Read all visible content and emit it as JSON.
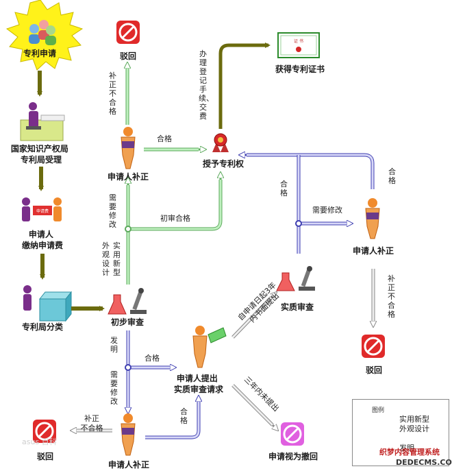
{
  "nodes": {
    "start": "专利申请",
    "accept": "国家知识产权局\n专利局受理",
    "pay": "申请人\n缴纳申请费",
    "classify": "专利局分类",
    "prelim": "初步审查",
    "reject_top": "驳回",
    "correct_top": "申请人补正",
    "grant": "授予专利权",
    "cert": "获得专利证书",
    "substantive": "实质审查",
    "correct_right": "申请人补正",
    "reject_right": "驳回",
    "request_sub": "申请人提出\n实质审查请求",
    "deemed_withdrawn": "申请视为撤回",
    "correct_bottom": "申请人补正",
    "reject_bottom": "驳回"
  },
  "labels": {
    "fail_top": "补正不合格",
    "pass_top": "合格",
    "register_fee": "办理登记手续、交费",
    "need_fix_left": "需要修改",
    "prelim_pass": "初审合格",
    "utility_design": "实用新型外观设计",
    "pass_right": "合格",
    "need_fix_right": "需要修改",
    "pass_far_right": "合格",
    "fail_right": "补正不合格",
    "invention": "发明",
    "pass_mid": "合格",
    "need_fix_bottom": "需要修改",
    "within_3y": "自申请日起3年内书面提出",
    "not_in_3y": "三年内未提出",
    "fail_bottom": "补正不合格",
    "pass_bottom": "合格"
  },
  "legend": {
    "title": "图例",
    "green": "实用新型\n外观设计",
    "blue": "发明"
  },
  "cert_text": "证 书",
  "stamp_text": "申请费",
  "watermark": {
    "main": "织梦内容管理系统",
    "sub": "DEDECMS.COM",
    "left": "asus 百科"
  },
  "colors": {
    "olive": "#6b6b0e",
    "green": "#7ed17e",
    "blue": "#3e3eb0",
    "gray": "#9a9a9a",
    "orange": "#f08a2c",
    "red": "#d62828",
    "magenta": "#d85ad8"
  }
}
